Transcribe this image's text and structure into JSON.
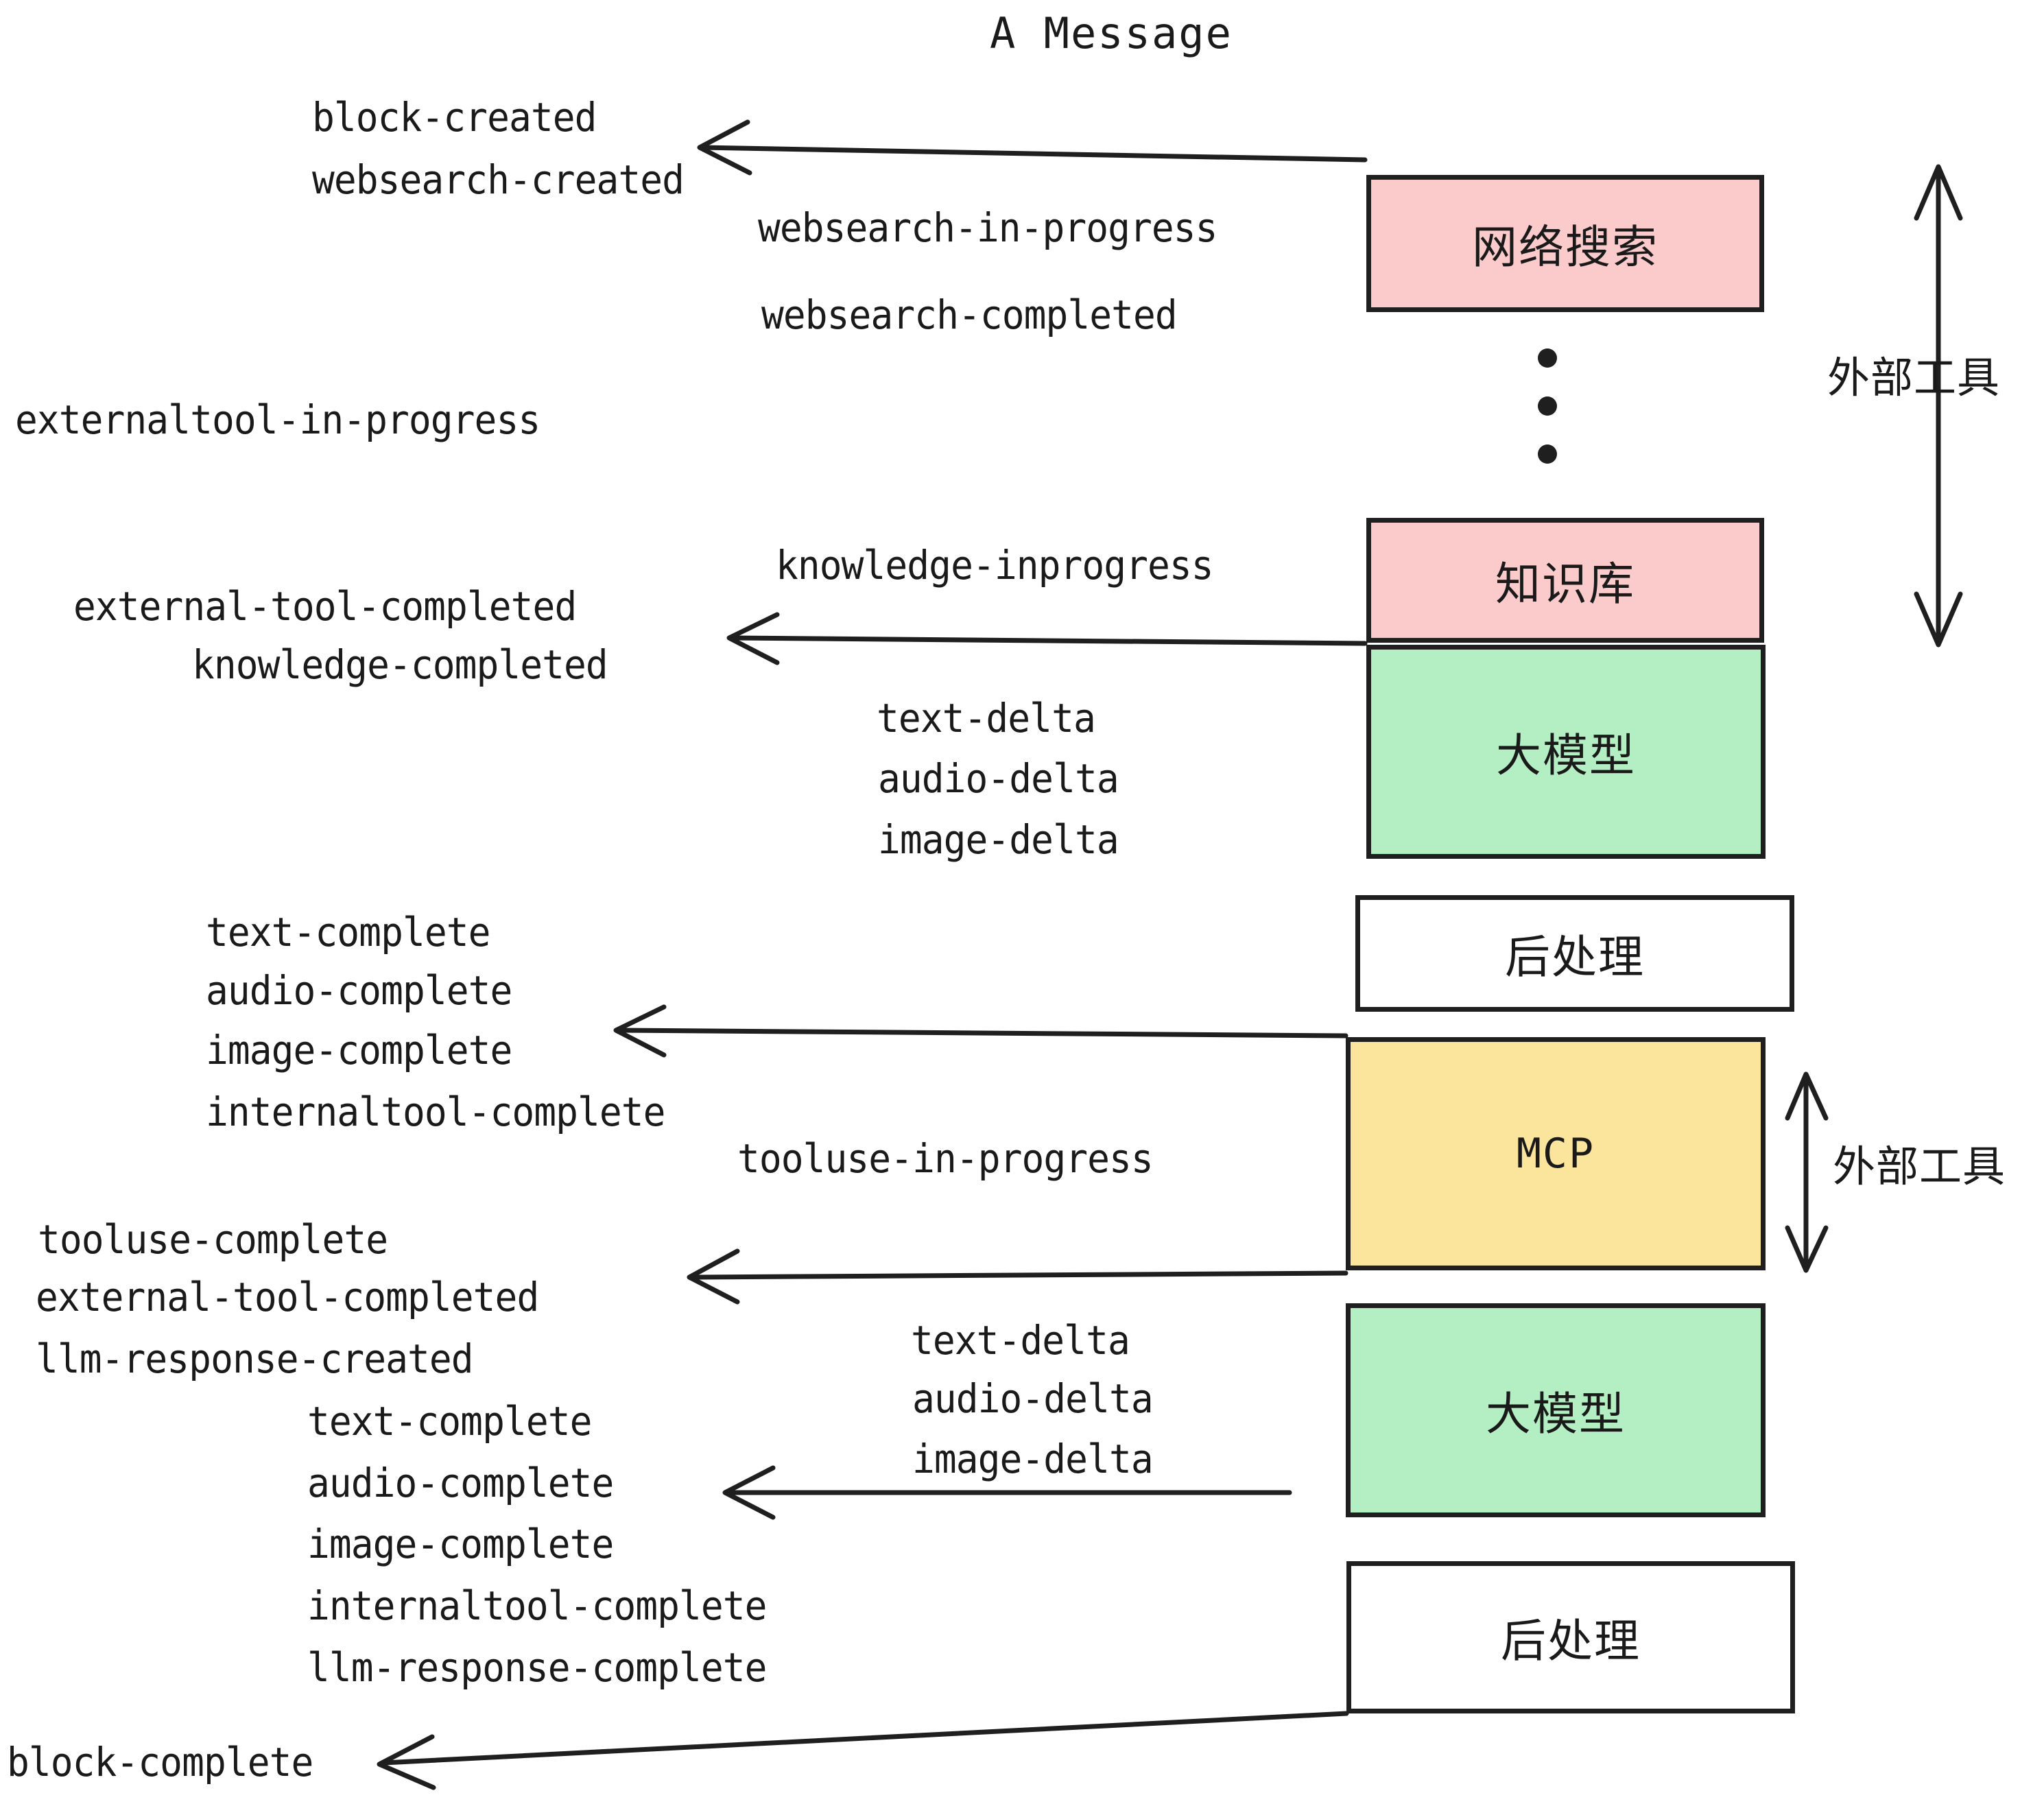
{
  "title": "A Message",
  "colors": {
    "pink": "#FBCBCB",
    "green": "#B4EFC3",
    "yellow": "#FBE49B",
    "white": "#FFFFFF",
    "stroke": "#1F1F1F",
    "text": "#1A1A1A"
  },
  "boxes": [
    {
      "id": "websearch",
      "label": "网络搜索",
      "fill": "pink"
    },
    {
      "id": "knowledge",
      "label": "知识库",
      "fill": "pink"
    },
    {
      "id": "llm-1",
      "label": "大模型",
      "fill": "green"
    },
    {
      "id": "postprocess-1",
      "label": "后处理",
      "fill": "white"
    },
    {
      "id": "mcp",
      "label": "MCP",
      "fill": "yellow"
    },
    {
      "id": "llm-2",
      "label": "大模型",
      "fill": "green"
    },
    {
      "id": "postprocess-2",
      "label": "后处理",
      "fill": "white"
    }
  ],
  "side_annotations": [
    {
      "id": "external-tools-top",
      "label": "外部工具"
    },
    {
      "id": "external-tools-bottom",
      "label": "外部工具"
    }
  ],
  "events": [
    {
      "id": "block-created",
      "text": "block-created"
    },
    {
      "id": "websearch-created",
      "text": "websearch-created"
    },
    {
      "id": "websearch-in-progress",
      "text": "websearch-in-progress"
    },
    {
      "id": "websearch-completed",
      "text": "websearch-completed"
    },
    {
      "id": "externaltool-in-progress",
      "text": "externaltool-in-progress"
    },
    {
      "id": "knowledge-inprogress",
      "text": "knowledge-inprogress"
    },
    {
      "id": "external-tool-completed-1",
      "text": "external-tool-completed"
    },
    {
      "id": "knowledge-completed",
      "text": "knowledge-completed"
    },
    {
      "id": "text-delta-1",
      "text": "text-delta"
    },
    {
      "id": "audio-delta-1",
      "text": "audio-delta"
    },
    {
      "id": "image-delta-1",
      "text": "image-delta"
    },
    {
      "id": "text-complete-1",
      "text": "text-complete"
    },
    {
      "id": "audio-complete-1",
      "text": "audio-complete"
    },
    {
      "id": "image-complete-1",
      "text": "image-complete"
    },
    {
      "id": "internaltool-complete-1",
      "text": "internaltool-complete"
    },
    {
      "id": "tooluse-in-progress",
      "text": "tooluse-in-progress"
    },
    {
      "id": "tooluse-complete",
      "text": "tooluse-complete"
    },
    {
      "id": "external-tool-completed-2",
      "text": "external-tool-completed"
    },
    {
      "id": "llm-response-created",
      "text": "llm-response-created"
    },
    {
      "id": "text-delta-2",
      "text": "text-delta"
    },
    {
      "id": "audio-delta-2",
      "text": "audio-delta"
    },
    {
      "id": "image-delta-2",
      "text": "image-delta"
    },
    {
      "id": "text-complete-2",
      "text": "text-complete"
    },
    {
      "id": "audio-complete-2",
      "text": "audio-complete"
    },
    {
      "id": "image-complete-2",
      "text": "image-complete"
    },
    {
      "id": "internaltool-complete-2",
      "text": "internaltool-complete"
    },
    {
      "id": "llm-response-complete",
      "text": "llm-response-complete"
    },
    {
      "id": "block-complete",
      "text": "block-complete"
    }
  ],
  "ellipsis_dots": 3
}
